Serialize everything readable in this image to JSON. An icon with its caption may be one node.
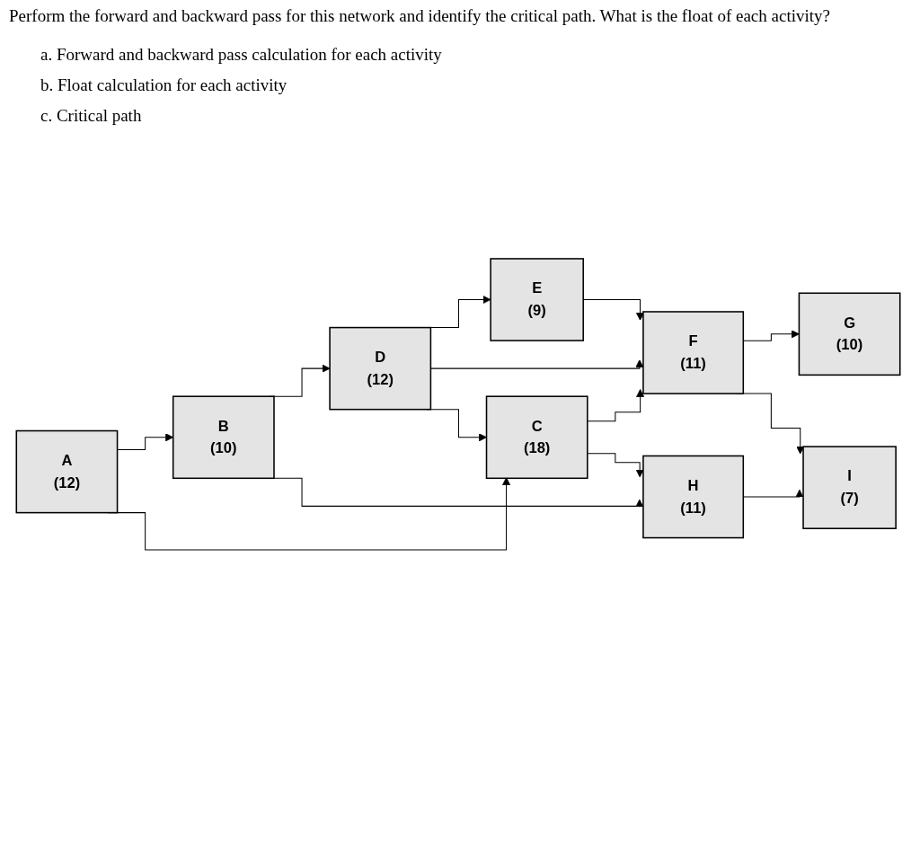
{
  "diagram": {
    "title": "Perform the forward and backward pass for this network and identify the critical path. What is the float of each activity?",
    "nodes": [
      {
        "text": [
          "E",
          "(9)"
        ]
      },
      {
        "text": [
          "A",
          "(12)"
        ]
      },
      {
        "text": [
          "B",
          "(10)"
        ]
      },
      {
        "text": [
          "D",
          "(12)"
        ]
      },
      {
        "text": [
          "F",
          "(11)"
        ]
      },
      {
        "text": [
          "G",
          "(10)"
        ]
      },
      {
        "text": [
          "C",
          "(18)"
        ]
      },
      {
        "text": [
          "I",
          "(7)"
        ]
      },
      {
        "text": [
          "H",
          "(11)"
        ]
      }
    ],
    "edges": [
      {
        "from": 1,
        "to": 2,
        "arrow": "to"
      },
      {
        "from": 1,
        "to": 6,
        "arrow": "to"
      },
      {
        "from": 2,
        "to": 3,
        "arrow": "to"
      },
      {
        "from": 2,
        "to": 8,
        "arrow": "to"
      },
      {
        "from": 3,
        "to": 0,
        "arrow": "to"
      },
      {
        "from": 3,
        "to": 4,
        "arrow": "to"
      },
      {
        "from": 3,
        "to": 6,
        "arrow": "to"
      },
      {
        "from": 0,
        "to": 4,
        "arrow": "to"
      },
      {
        "from": 6,
        "to": 4,
        "arrow": "to"
      },
      {
        "from": 6,
        "to": 8,
        "arrow": "to"
      },
      {
        "from": 4,
        "to": 5,
        "arrow": "to"
      },
      {
        "from": 4,
        "to": 7,
        "arrow": "to"
      },
      {
        "from": 8,
        "to": 7,
        "arrow": "to"
      }
    ],
    "labels": [
      "a. Forward and backward pass calculation for each activity",
      "b. Float calculation for each activity",
      "c. Critical path"
    ]
  }
}
